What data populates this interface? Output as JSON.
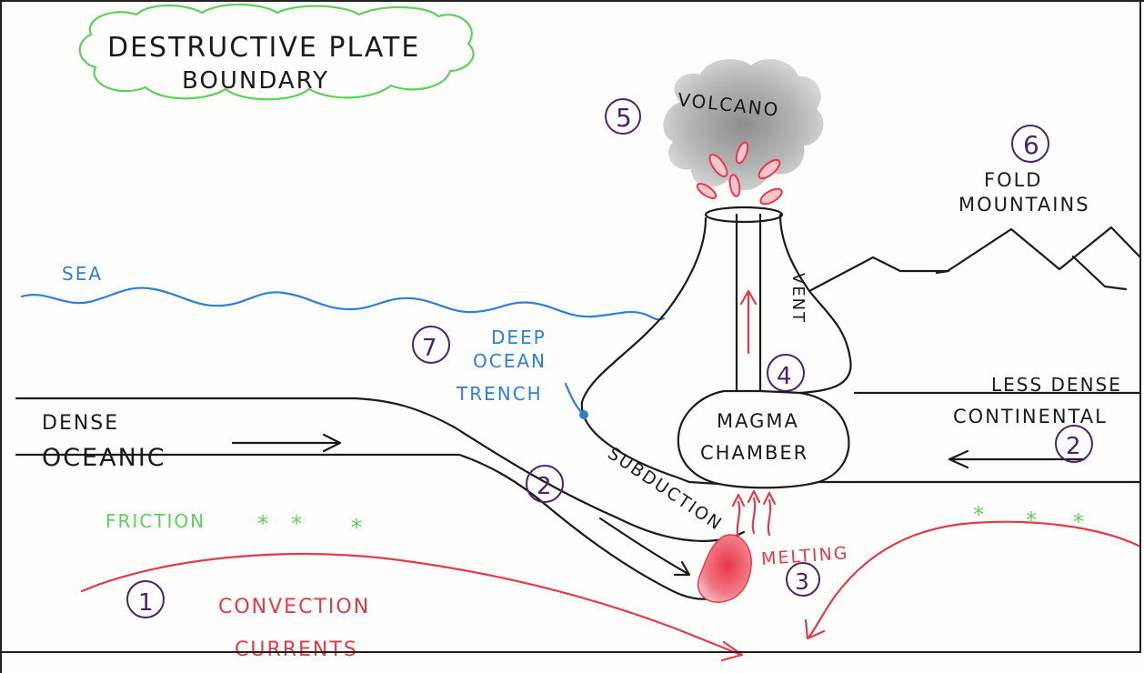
{
  "title": {
    "line1": "DESTRUCTIVE PLATE",
    "line2": "BOUNDARY"
  },
  "labels": {
    "volcano": "VOLCANO",
    "fold_mountains_line1": "FOLD",
    "fold_mountains_line2": "MOUNTAINS",
    "sea": "SEA",
    "vent": "VENT",
    "deep_ocean_trench_line1": "DEEP",
    "deep_ocean_trench_line2": "OCEAN",
    "deep_ocean_trench_line3": "TRENCH",
    "magma_chamber_line1": "MAGMA",
    "magma_chamber_line2": "CHAMBER",
    "dense_oceanic_line1": "DENSE",
    "dense_oceanic_line2": "OCEANIC",
    "less_dense_continental_line1": "LESS DENSE",
    "less_dense_continental_line2": "CONTINENTAL",
    "subduction": "SUBDUCTION",
    "melting": "MELTING",
    "friction": "FRICTION",
    "convection_currents_line1": "CONVECTION",
    "convection_currents_line2": "CURRENTS"
  },
  "numbers": {
    "convection": "1",
    "subduction": "2",
    "continental": "2",
    "melting": "3",
    "magma_chamber": "4",
    "volcano": "5",
    "fold_mountains": "6",
    "trench": "7"
  },
  "colors": {
    "ink": "#1b1b1b",
    "water": "#2f7fd6",
    "heat": "#e33b4d",
    "friction": "#5dd15a",
    "numbering": "#4b2470",
    "cloud_outline": "#5dd15a",
    "ash": "#9a9a9a"
  }
}
